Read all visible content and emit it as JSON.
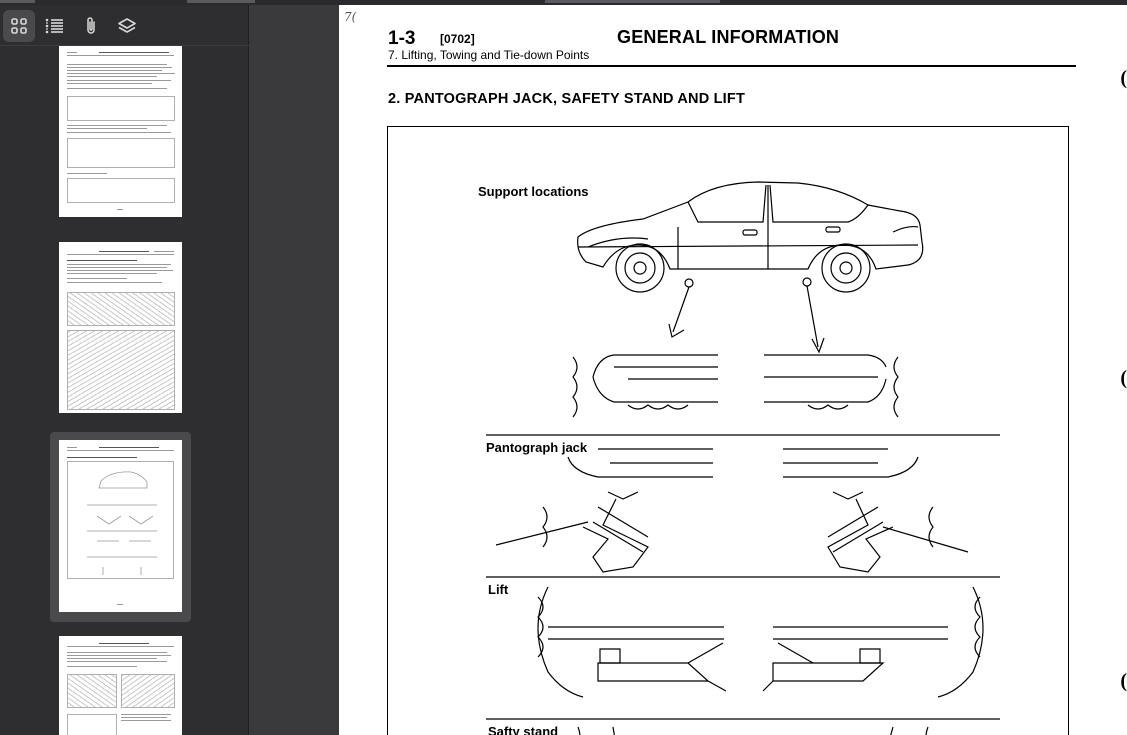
{
  "sidebar": {
    "toolbar": [
      {
        "name": "thumbnails-view-button",
        "icon": "grid-icon",
        "active": true
      },
      {
        "name": "outline-view-button",
        "icon": "list-icon",
        "active": false
      },
      {
        "name": "attachments-view-button",
        "icon": "paperclip-icon",
        "active": false
      },
      {
        "name": "layers-view-button",
        "icon": "layers-icon",
        "active": false
      }
    ],
    "selected_thumbnail": 3
  },
  "document": {
    "page_number": "1-3",
    "page_code": "[0702]",
    "page_title": "GENERAL INFORMATION",
    "page_subtitle": "7. Lifting, Towing and Tie-down Points",
    "section_heading": "2.  PANTOGRAPH JACK, SAFETY STAND AND LIFT",
    "corner_scribble": "7(",
    "figure_labels": {
      "support": "Support locations",
      "jack": "Pantograph jack",
      "lift": "Lift",
      "stand": "Safty stand"
    },
    "edge_marks": [
      "(",
      "(",
      "("
    ]
  },
  "colors": {
    "sidebar_bg": "#2e2e30",
    "viewer_bg": "#3a3a3c",
    "active_button": "#4a4a4d",
    "icon": "#d8d8d8"
  }
}
